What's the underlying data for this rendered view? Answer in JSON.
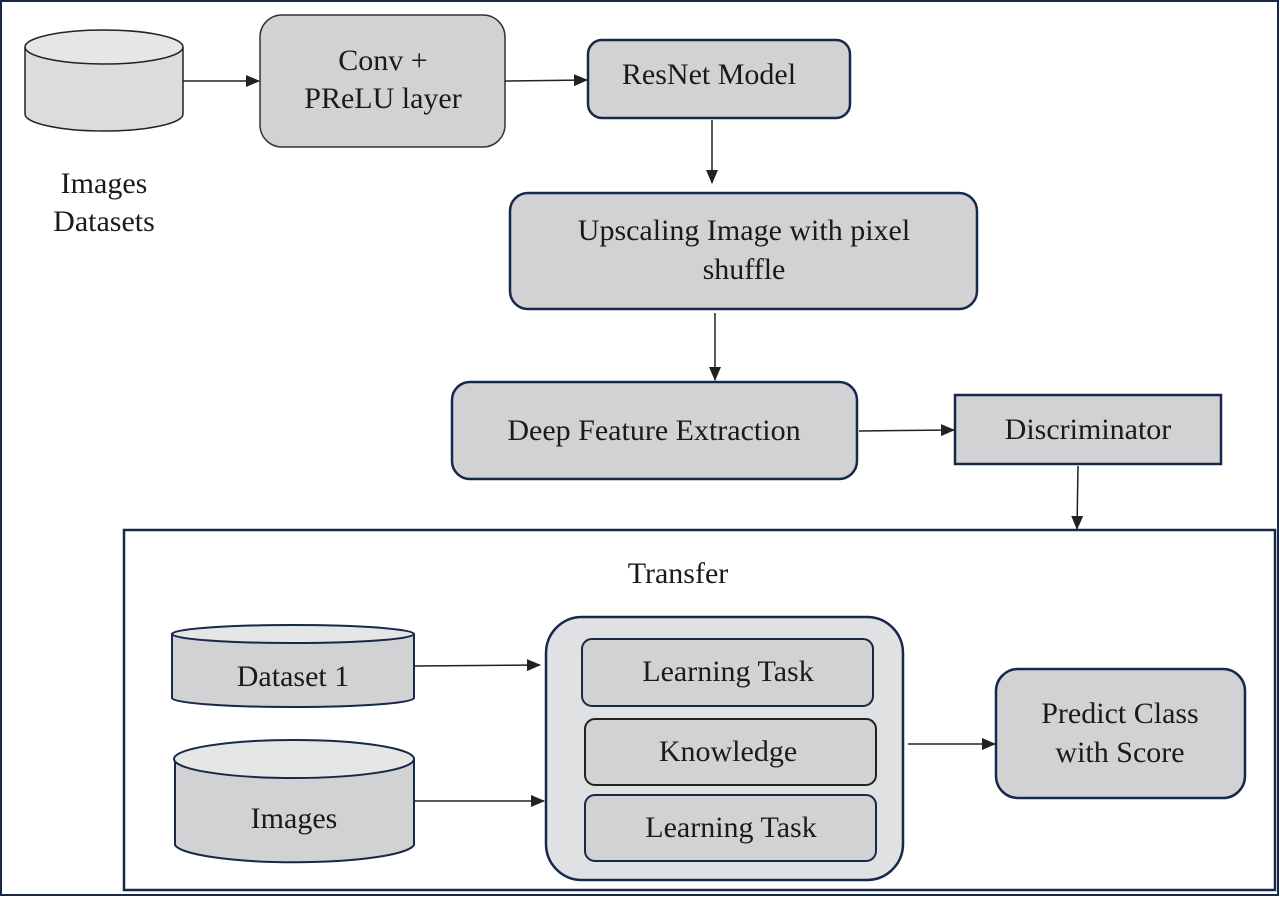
{
  "diagram": {
    "colors": {
      "border": "#17284a",
      "box_fill": "#d2d1d3",
      "cylinder_fill": "#dcdcdd",
      "cylinder_top": "#e6e6e7",
      "panel_fill": "#dfe1e3",
      "arrow": "#222222"
    },
    "nodes": {
      "images_datasets": {
        "line1": "Images",
        "line2": "Datasets"
      },
      "conv_prelu": {
        "line1": "Conv +",
        "line2": "PReLU layer"
      },
      "resnet": {
        "label": "ResNet Model"
      },
      "upscaling": {
        "line1": "Upscaling Image with pixel",
        "line2": "shuffle"
      },
      "deep_feature": {
        "label": "Deep Feature Extraction"
      },
      "discriminator": {
        "label": "Discriminator"
      },
      "transfer": {
        "title": "Transfer"
      },
      "dataset1": {
        "label": "Dataset 1"
      },
      "images": {
        "label": "Images"
      },
      "learning_task_1": {
        "label": "Learning Task"
      },
      "knowledge": {
        "label": "Knowledge"
      },
      "learning_task_2": {
        "label": "Learning Task"
      },
      "predict": {
        "line1": "Predict Class",
        "line2": "with Score"
      }
    },
    "edges": [
      {
        "from": "images_datasets",
        "to": "conv_prelu"
      },
      {
        "from": "conv_prelu",
        "to": "resnet"
      },
      {
        "from": "resnet",
        "to": "upscaling"
      },
      {
        "from": "upscaling",
        "to": "deep_feature"
      },
      {
        "from": "deep_feature",
        "to": "discriminator"
      },
      {
        "from": "discriminator",
        "to": "transfer"
      },
      {
        "from": "dataset1",
        "to": "transfer_panel"
      },
      {
        "from": "images",
        "to": "transfer_panel"
      },
      {
        "from": "transfer_panel",
        "to": "predict"
      }
    ]
  }
}
